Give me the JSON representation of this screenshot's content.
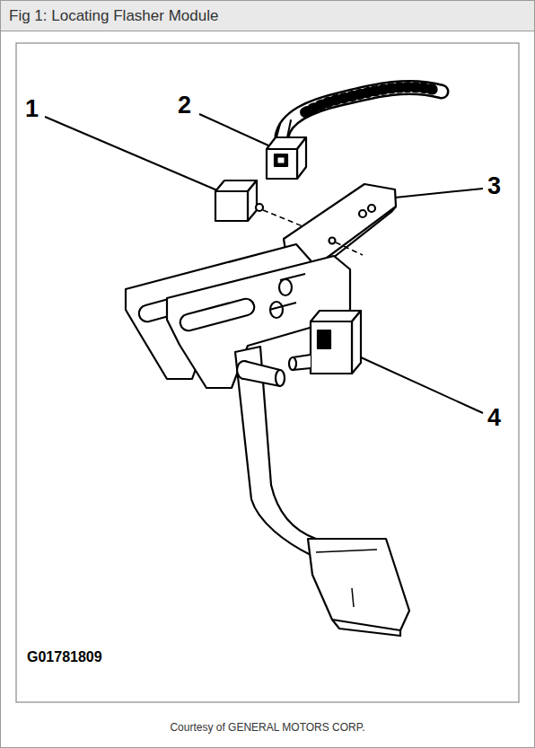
{
  "diagram": {
    "title": "Fig 1: Locating Flasher Module",
    "caption": "Courtesy of GENERAL MOTORS CORP.",
    "labels": [
      "1",
      "2",
      "3",
      "4",
      "G01781809"
    ]
  }
}
